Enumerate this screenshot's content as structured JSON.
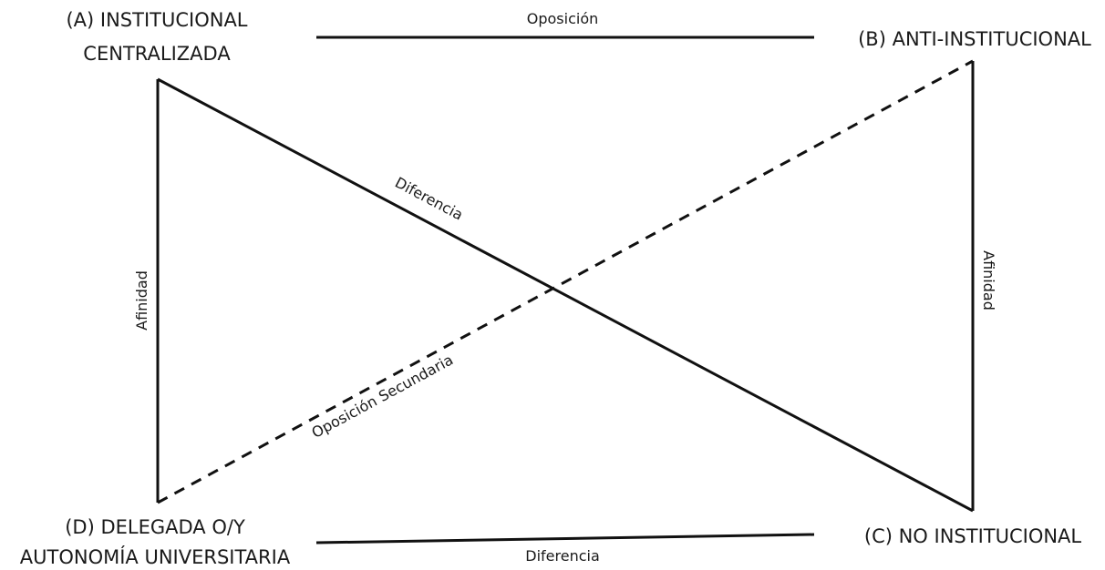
{
  "nodes": {
    "a": {
      "line1": "(A) INSTITUCIONAL",
      "line2": "CENTRALIZADA"
    },
    "b": {
      "line1": "(B) ANTI-INSTITUCIONAL"
    },
    "c": {
      "line1": "(C) NO INSTITUCIONAL"
    },
    "d": {
      "line1": "(D) DELEGADA O/Y",
      "line2": "AUTONOMÍA UNIVERSITARIA"
    }
  },
  "edges": {
    "top": "Oposición",
    "bottom": "Diferencia",
    "left": "Afinidad",
    "right": "Afinidad",
    "diagonal_solid": "Diferencia",
    "diagonal_dashed": "Oposición Secundaria"
  }
}
